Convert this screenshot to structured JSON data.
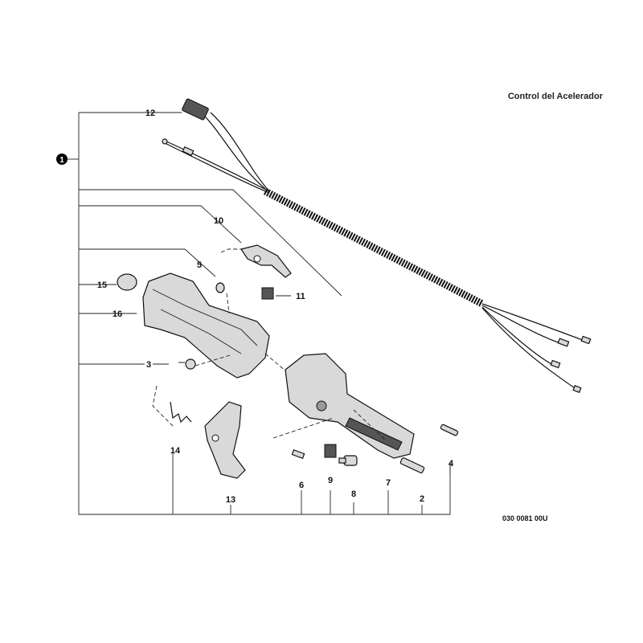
{
  "title": "Control del Acelerador",
  "diagram_code": "030 0081 00U",
  "callout_main": "1",
  "labels": {
    "p2": "2",
    "p3": "3",
    "p4": "4",
    "p5": "5",
    "p6": "6",
    "p7": "7",
    "p8": "8",
    "p9": "9",
    "p10": "10",
    "p11": "11",
    "p12": "12",
    "p13": "13",
    "p14": "14",
    "p15": "15",
    "p16": "16"
  }
}
